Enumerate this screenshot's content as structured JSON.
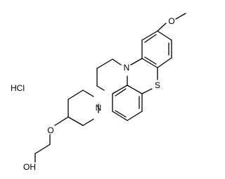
{
  "molecule": {
    "salt": "HCl",
    "labels": {
      "methoxy_o": "O",
      "ring_n": "N",
      "ring_s": "S",
      "piperidine_n": "N",
      "ether_o": "O",
      "hydroxyl": "OH"
    }
  },
  "colors": {
    "bond": "#000000",
    "text": "#000000",
    "background": "#ffffff"
  }
}
